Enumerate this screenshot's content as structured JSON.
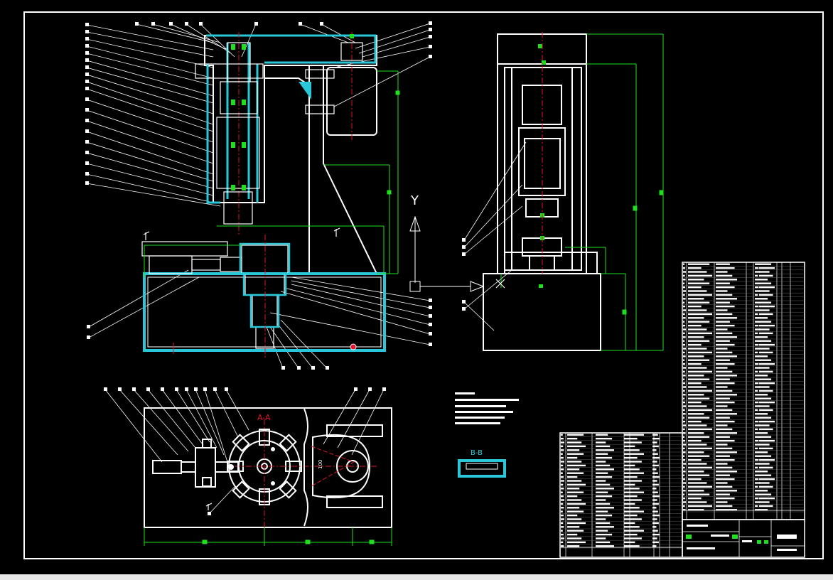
{
  "sheet": {
    "background": "#000000",
    "frame_color": "#ffffff",
    "accent_cyan": "#29c7d8",
    "dim_green": "#1ee01e",
    "center_red": "#e0152a",
    "leader_white": "#ffffff"
  },
  "views": {
    "axis_y_label": "Y",
    "section_aa_label": "A-A",
    "section_bb_label": "B-B",
    "dim_100_label": "100"
  },
  "title_block": {
    "cells": [
      "",
      "",
      "",
      "",
      "",
      ""
    ]
  }
}
